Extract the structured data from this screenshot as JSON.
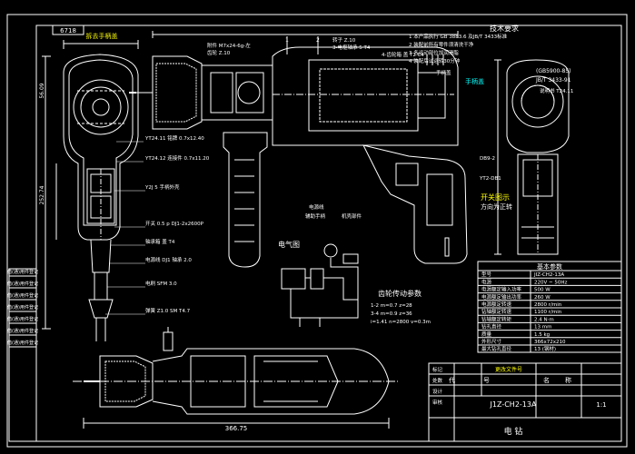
{
  "sheet": {
    "stamp": "6718",
    "left_column_labels": [
      "借(通)用件登记",
      "借(通)用件登记",
      "借(通)用件登记",
      "借(通)用件登记",
      "借(通)用件登记",
      "借(通)用件登记",
      "借(通)用件登记"
    ]
  },
  "labels": {
    "handle_cover_top": "拆去手柄盖",
    "handle_cover_right": "手柄盖",
    "switch_view": "开关图示",
    "switch_direction": "方向为正转",
    "wiring_diagram": "电气图",
    "gear_params": "齿轮传动参数",
    "gear_lines": [
      "1-2 m=0.7 z=28",
      "3-4 m=0.9 z=36",
      "i=1.41 n=2800 v=0.3m"
    ],
    "bottom_dim": "366.75",
    "callouts_left": [
      "YT24.11 铭牌 0.7x12.40",
      "YT24.12 连接件 0.7x11.20",
      "Y2J 5 手柄外壳",
      "开关 0.5 p DJ1-2x2600P",
      "轴承箱 盖 T4",
      "电源线 DJ1 轴承 2.0",
      "电刷 SFM 3.0",
      "弹簧 Z1.0 SM T4.7"
    ],
    "callouts_top": [
      "附件 M7x24-6g-左",
      "齿轮 Z.10",
      "转子 Z.10",
      "3-电枢轴承 5 T4",
      "4-齿轮箱 盖 T2 C4",
      "手柄盖"
    ],
    "callouts_right": [
      "DB9-2",
      "YT2-DB1",
      "说明书 T24.11"
    ],
    "callouts_mid": [
      "辅助手柄",
      "机壳部件",
      "电源线"
    ],
    "tech_title": "技术要求",
    "tech_lines": [
      "1 本产品执行 GB 3883.6 及JB/T 3433标准",
      "2 装配前所有零件须清洗干净",
      "3 各运动部位加润滑脂",
      "4 装配后试运转30分钟"
    ],
    "tech_ref": "(GB5900-85)",
    "tech_ref2": "JB/T 3433-91"
  },
  "param_table": {
    "title": "基本参数",
    "rows": [
      {
        "name": "型号",
        "value": "JIZ-CH2-13A"
      },
      {
        "name": "电源",
        "value": "220V ~ 50Hz"
      },
      {
        "name": "电源额定输入功率",
        "value": "500 W"
      },
      {
        "name": "电源额定输出功率",
        "value": "260 W"
      },
      {
        "name": "电源额定转速",
        "value": "2800 r/min"
      },
      {
        "name": "钻轴额定转速",
        "value": "1100 r/min"
      },
      {
        "name": "钻轴额定转矩",
        "value": "2.4 N·m"
      },
      {
        "name": "钻孔直径",
        "value": "13 mm"
      },
      {
        "name": "质量",
        "value": "1.5 kg"
      },
      {
        "name": "外形尺寸",
        "value": "366x72x210"
      },
      {
        "name": "最大钻孔直径",
        "value": "13 (钢材)"
      }
    ]
  },
  "title_block": {
    "col_code": "代",
    "col_no": "号",
    "col_name": "名",
    "col_name2": "称",
    "drawing_no": "J1Z-CH2-13A",
    "product_name": "电 钻",
    "scale": "1:1",
    "revision_rows": [
      "标记",
      "处数",
      "设计",
      "审核"
    ],
    "row_label": "更改文件号"
  },
  "colors": {
    "background": "#000000",
    "line": "#ffffff",
    "text": "#ffffff",
    "accent_yellow": "#ffff00",
    "accent_cyan": "#00ffff"
  }
}
